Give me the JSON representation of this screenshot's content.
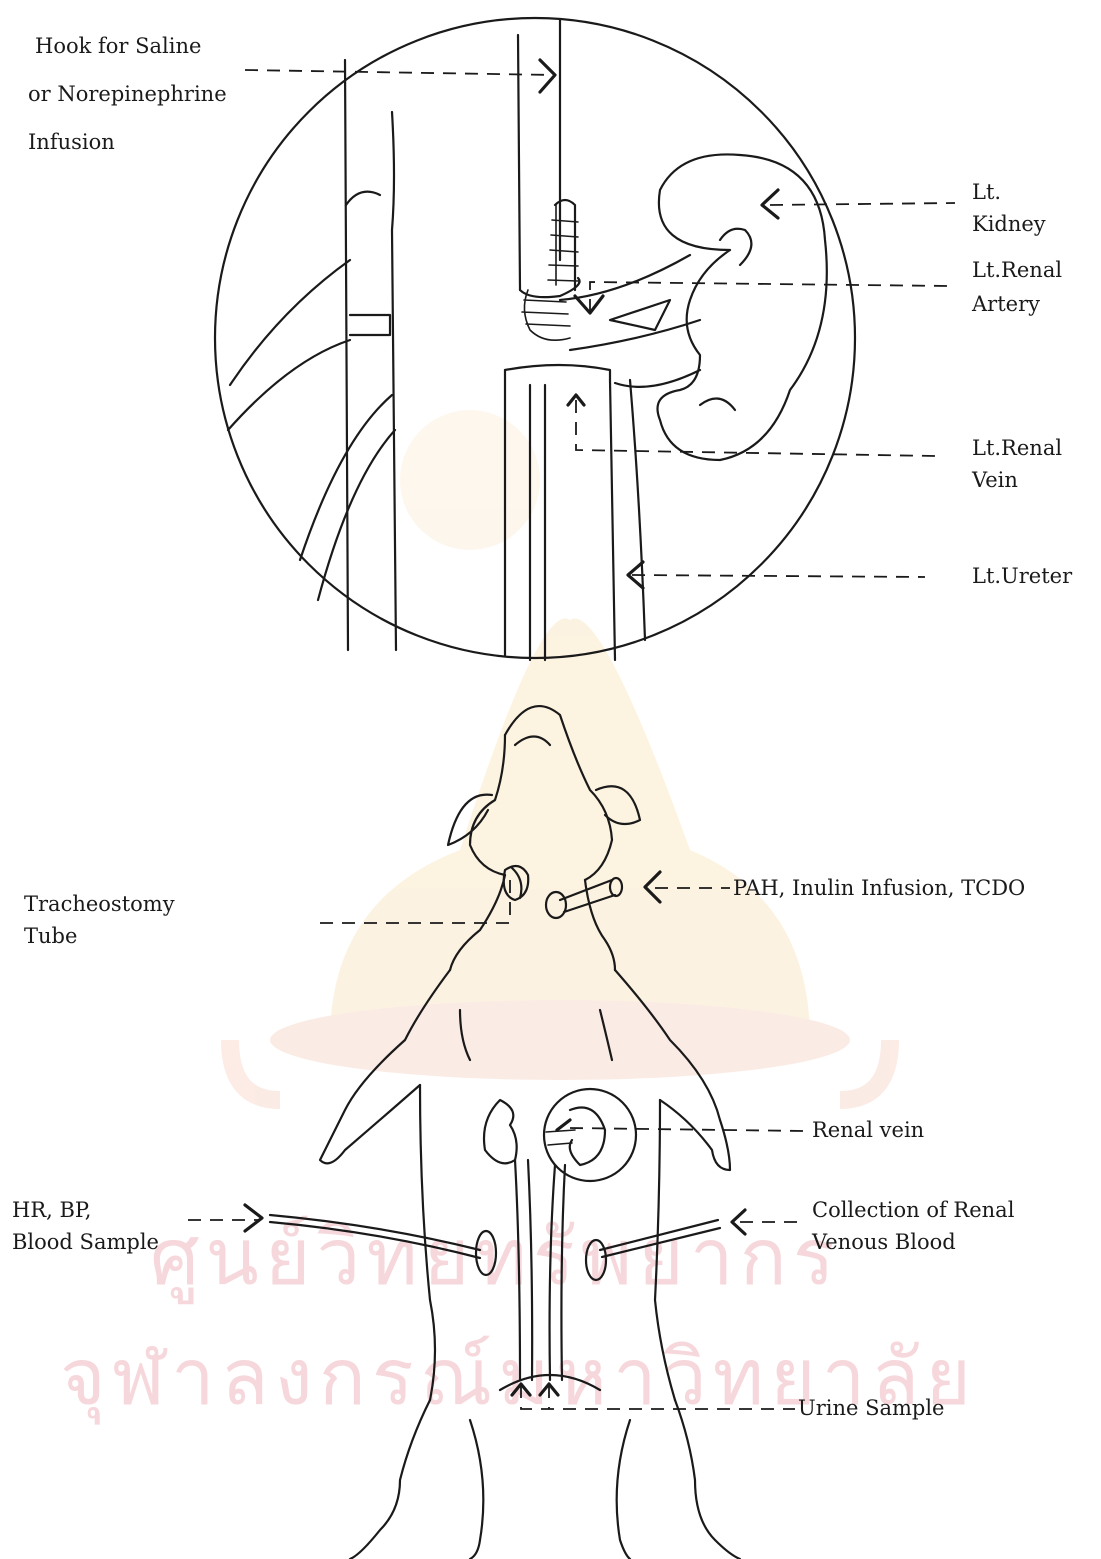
{
  "labels": {
    "hook_line1": "Hook for Saline",
    "hook_line2": "or Norepinephrine",
    "hook_line3": "Infusion",
    "kidney_line1": "Lt.",
    "kidney_line2": "Kidney",
    "artery_line1": "Lt.Renal",
    "artery_line2": "Artery",
    "vein_line1": "Lt.Renal",
    "vein_line2": "Vein",
    "ureter": "Lt.Ureter",
    "trach_line1": "Tracheostomy",
    "trach_line2": "Tube",
    "infusion": "PAH, Inulin Infusion, TCDO",
    "renal_vein": "Renal vein",
    "hr_line1": "HR, BP,",
    "hr_line2": "Blood Sample",
    "collection_line1": "Collection of Renal",
    "collection_line2": "Venous Blood",
    "urine": "Urine Sample"
  },
  "watermark": {
    "line1": "ศูนย์วิทยทรัพยากร",
    "line2": "จุฬาลงกรณ์มหาวิทยาลัย"
  },
  "colors": {
    "ink": "#1a1a1a",
    "watermark": "#f6d8dc",
    "watermark_seal": "#fbe9c9"
  }
}
